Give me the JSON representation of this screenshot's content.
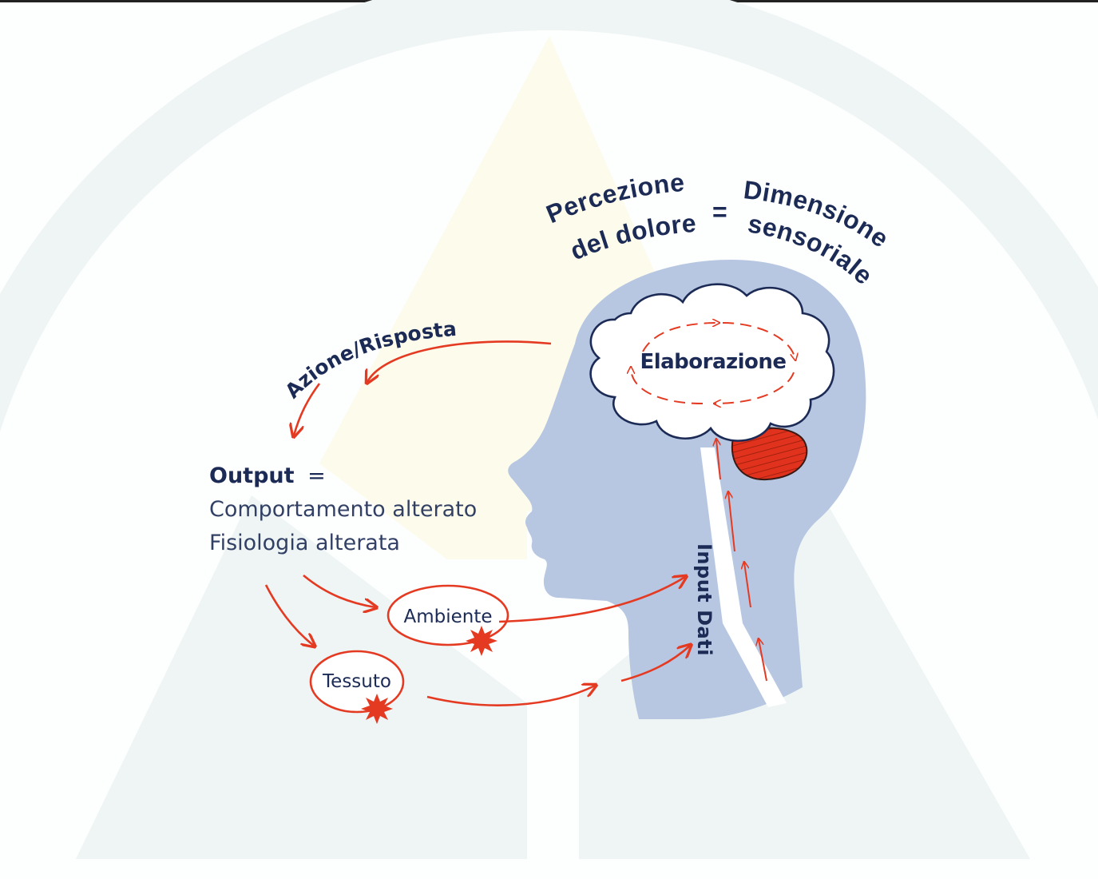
{
  "title_left": {
    "line1": "Percezione",
    "line2": "del dolore"
  },
  "equals": "=",
  "title_right": {
    "line1": "Dimensione",
    "line2": "sensoriale"
  },
  "brain_label": "Elaborazione",
  "action_label": "Azione/Risposta",
  "output": {
    "label": "Output",
    "equals": "=",
    "line1": "Comportamento alterato",
    "line2": "Fisiologia alterata"
  },
  "env_label": "Ambiente",
  "tissue_label": "Tessuto",
  "input_label": "Input Dati",
  "colors": {
    "head": "#b7c7e2",
    "arrow": "#e53a22",
    "text": "#1c2b55",
    "cerebellum": "#e0321c",
    "background_shapes": "#eef5f4",
    "triangle_glow": "#fdfbe9"
  }
}
